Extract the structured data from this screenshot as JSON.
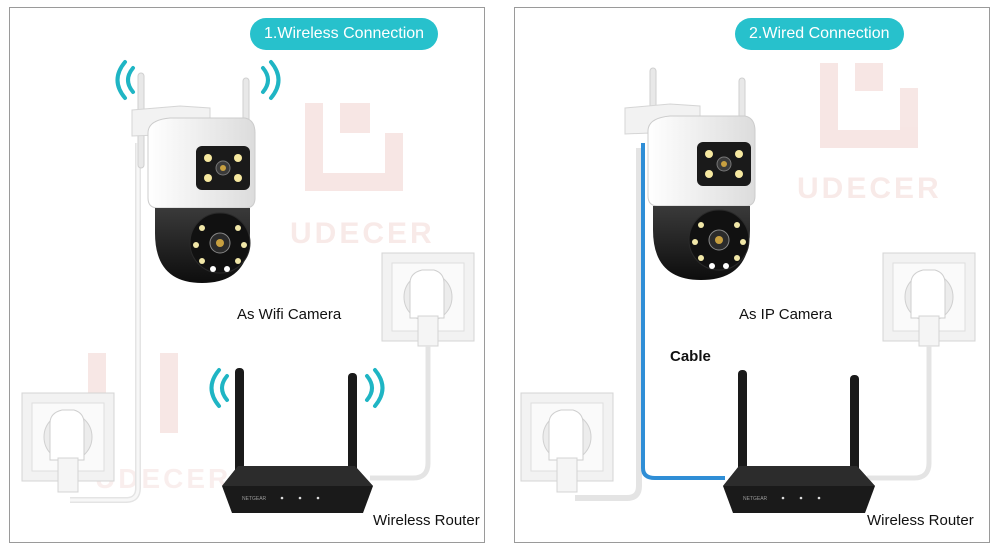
{
  "panels": [
    {
      "title": "1.Wireless Connection",
      "camera_label": "As Wifi Camera",
      "router_label": "Wireless Router",
      "watermark": "UDECER"
    },
    {
      "title": "2.Wired Connection",
      "camera_label": "As IP Camera",
      "cable_label": "Cable",
      "router_label": "Wireless Router",
      "router_brand": "NETGEAR",
      "watermark": "UDECER"
    }
  ],
  "colors": {
    "accent": "#27c1cc",
    "wifi_waves": "#1fb5c4",
    "cable": "#2f8ed6",
    "router": "#1a1a1a"
  },
  "icons": [
    "wifi-waves-icon",
    "camera-icon",
    "router-icon",
    "power-outlet-icon",
    "ethernet-cable-icon"
  ]
}
